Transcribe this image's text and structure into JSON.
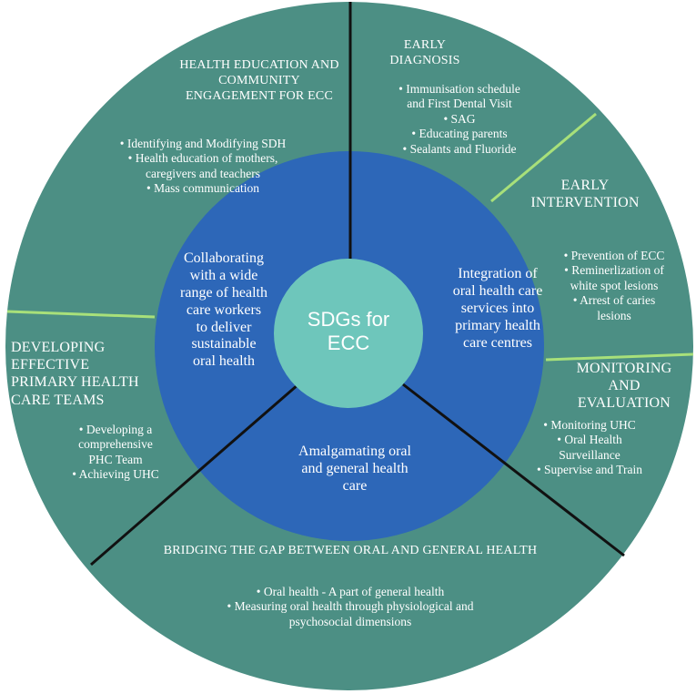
{
  "colors": {
    "outer_ring": "#4c8f84",
    "middle_ring": "#2d67b8",
    "center": "#6ec6bb",
    "divider_dark": "#111111",
    "divider_light": "#a8e07a",
    "text": "#ffffff"
  },
  "center": {
    "text": "SDGs for\nECC"
  },
  "core_ring": {
    "left": "Collaborating\nwith a wide\nrange of health\ncare workers\nto deliver\nsustainable\noral health",
    "right": "Integration of\noral health care\nservices into\nprimary health\ncare centres",
    "bottom": "Amalgamating oral\nand general health\ncare"
  },
  "segments": {
    "health_education": {
      "heading": "HEALTH EDUCATION AND\nCOMMUNITY\nENGAGEMENT FOR ECC",
      "items": [
        "Identifying and Modifying SDH",
        "Health education of mothers,\ncaregivers and teachers",
        "Mass communication"
      ]
    },
    "early_diagnosis": {
      "heading": "EARLY\nDIAGNOSIS",
      "items": [
        "Immunisation schedule\nand First Dental Visit",
        "SAG",
        "Educating parents",
        "Sealants and Fluoride"
      ]
    },
    "early_intervention": {
      "heading": "EARLY\nINTERVENTION",
      "items": [
        "Prevention of ECC",
        "Reminerlization of\nwhite spot lesions",
        "Arrest of caries\nlesions"
      ]
    },
    "monitoring": {
      "heading": "MONITORING\nAND\nEVALUATION",
      "items": [
        "Monitoring UHC",
        "Oral Health\nSurveillance",
        "Supervise and Train"
      ]
    },
    "phc_teams": {
      "heading": "DEVELOPING\nEFFECTIVE\nPRIMARY HEALTH\nCARE TEAMS",
      "items": [
        "Developing a\ncomprehensive\nPHC Team",
        "Achieving UHC"
      ]
    },
    "bridging_gap": {
      "heading": "BRIDGING THE GAP BETWEEN ORAL AND GENERAL HEALTH",
      "items": [
        "Oral health - A part of general health",
        "Measuring oral health through physiological and\npsychosocial dimensions"
      ]
    }
  }
}
